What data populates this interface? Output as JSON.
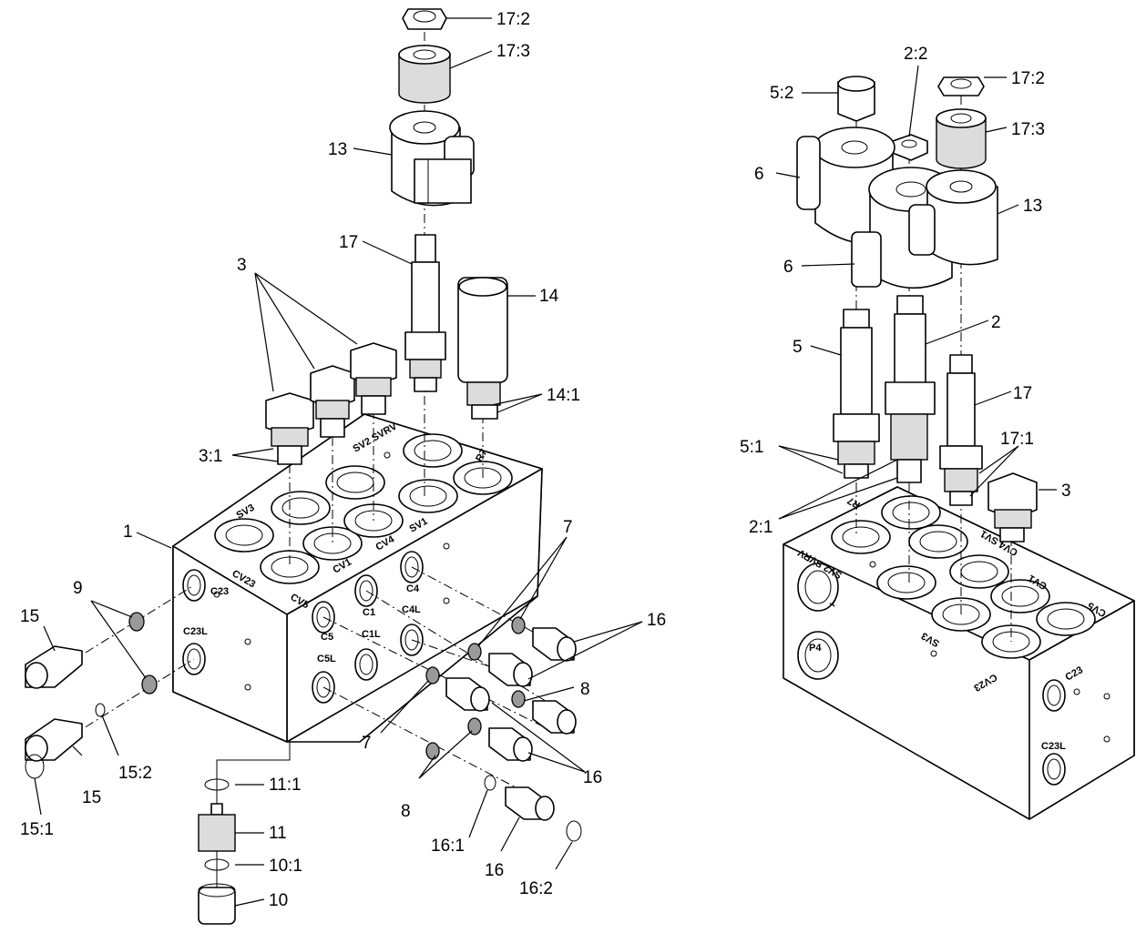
{
  "callouts": {
    "c17_2a": "17:2",
    "c17_3a": "17:3",
    "c13a": "13",
    "c17a": "17",
    "c14": "14",
    "c14_1": "14:1",
    "c3a": "3",
    "c3_1": "3:1",
    "c1": "1",
    "c9": "9",
    "c15a": "15",
    "c15b": "15",
    "c15_1": "15:1",
    "c15_2": "15:2",
    "c7a": "7",
    "c7b": "7",
    "c16a": "16",
    "c16b": "16",
    "c16c": "16",
    "c8a": "8",
    "c8b": "8",
    "c11_1": "11:1",
    "c11": "11",
    "c10_1": "10:1",
    "c10": "10",
    "c16_1": "16:1",
    "c16_2": "16:2",
    "c5_2": "5:2",
    "c2_2": "2:2",
    "c17_2b": "17:2",
    "c17_3b": "17:3",
    "c6a": "6",
    "c13b": "13",
    "c6b": "6",
    "c5": "5",
    "c2": "2",
    "c17b": "17",
    "c5_1": "5:1",
    "c17_1": "17:1",
    "c3b": "3",
    "c2_1": "2:1"
  },
  "ports_left": {
    "sv3": "SV3",
    "sv2svrv": "SV2 SVRV",
    "r7": "R7",
    "cv23": "CV23",
    "cv5": "CV5",
    "cv1": "CV1",
    "cv4": "CV4",
    "sv1": "SV1",
    "c23": "C23",
    "c23l": "C23L",
    "c5": "C5",
    "c5l": "C5L",
    "c1": "C1",
    "c1l": "C1L",
    "c4": "C4",
    "c4l": "C4L"
  },
  "ports_right": {
    "r7": "R7",
    "sv3": "SV3",
    "cv23": "CV23",
    "sv2svrv": "SV2 SVRV",
    "cv1": "CV1",
    "cv4sv1": "CV4 SV1",
    "cv5": "CV5",
    "t": "T",
    "p4": "P4",
    "c23": "C23",
    "c23l": "C23L"
  }
}
